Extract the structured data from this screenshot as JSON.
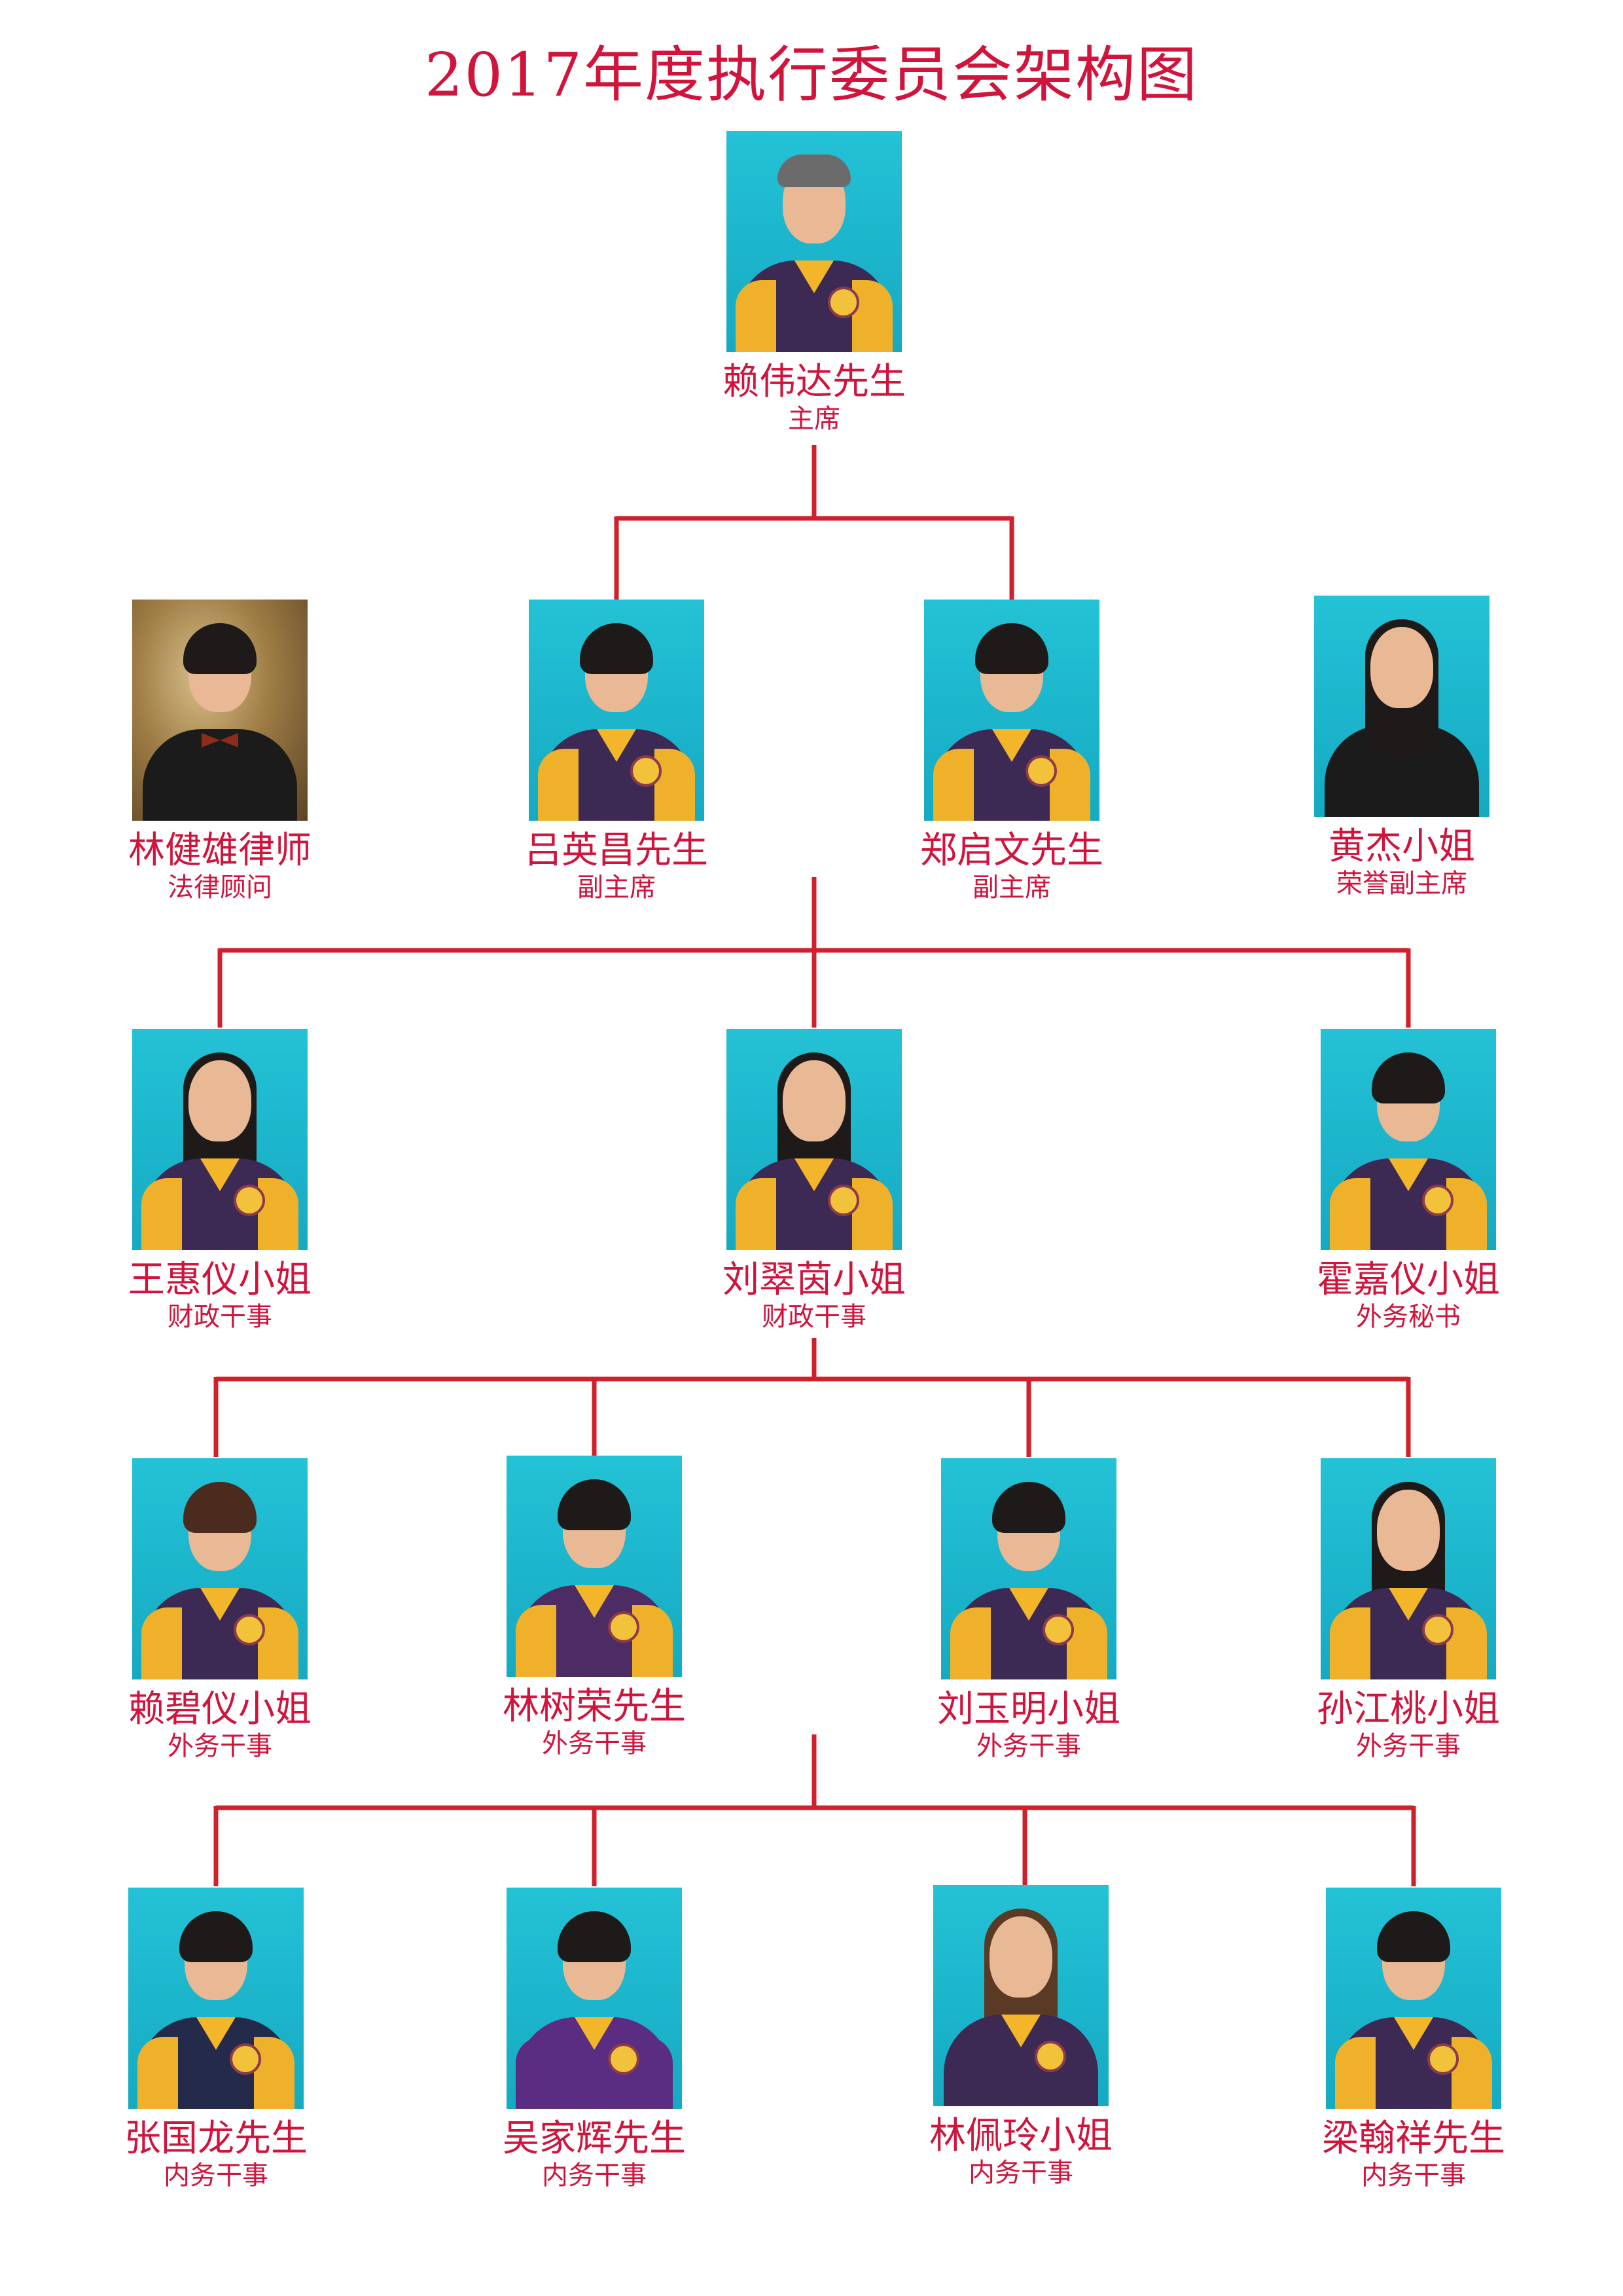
{
  "title": "2017年度执行委员会架构图",
  "colors": {
    "accent": "#d0143c",
    "connector": "#d0202b",
    "photo_bg": "#19b8cf"
  },
  "members": {
    "chair": {
      "name": "赖伟达先生",
      "role": "主席"
    },
    "legal": {
      "name": "林健雄律师",
      "role": "法律顾问"
    },
    "vice1": {
      "name": "吕英昌先生",
      "role": "副主席"
    },
    "vice2": {
      "name": "郑启文先生",
      "role": "副主席"
    },
    "hon_vice": {
      "name": "黄杰小姐",
      "role": "荣誉副主席"
    },
    "fin1": {
      "name": "王惠仪小姐",
      "role": "财政干事"
    },
    "fin2": {
      "name": "刘翠茵小姐",
      "role": "财政干事"
    },
    "ext_sec": {
      "name": "霍嘉仪小姐",
      "role": "外务秘书"
    },
    "ext1": {
      "name": "赖碧仪小姐",
      "role": "外务干事"
    },
    "ext2": {
      "name": "林树荣先生",
      "role": "外务干事"
    },
    "ext3": {
      "name": "刘玉明小姐",
      "role": "外务干事"
    },
    "ext4": {
      "name": "孙江桃小姐",
      "role": "外务干事"
    },
    "int1": {
      "name": "张国龙先生",
      "role": "内务干事"
    },
    "int2": {
      "name": "吴家辉先生",
      "role": "内务干事"
    },
    "int3": {
      "name": "林佩玲小姐",
      "role": "内务干事"
    },
    "int4": {
      "name": "梁翰祥先生",
      "role": "内务干事"
    }
  }
}
